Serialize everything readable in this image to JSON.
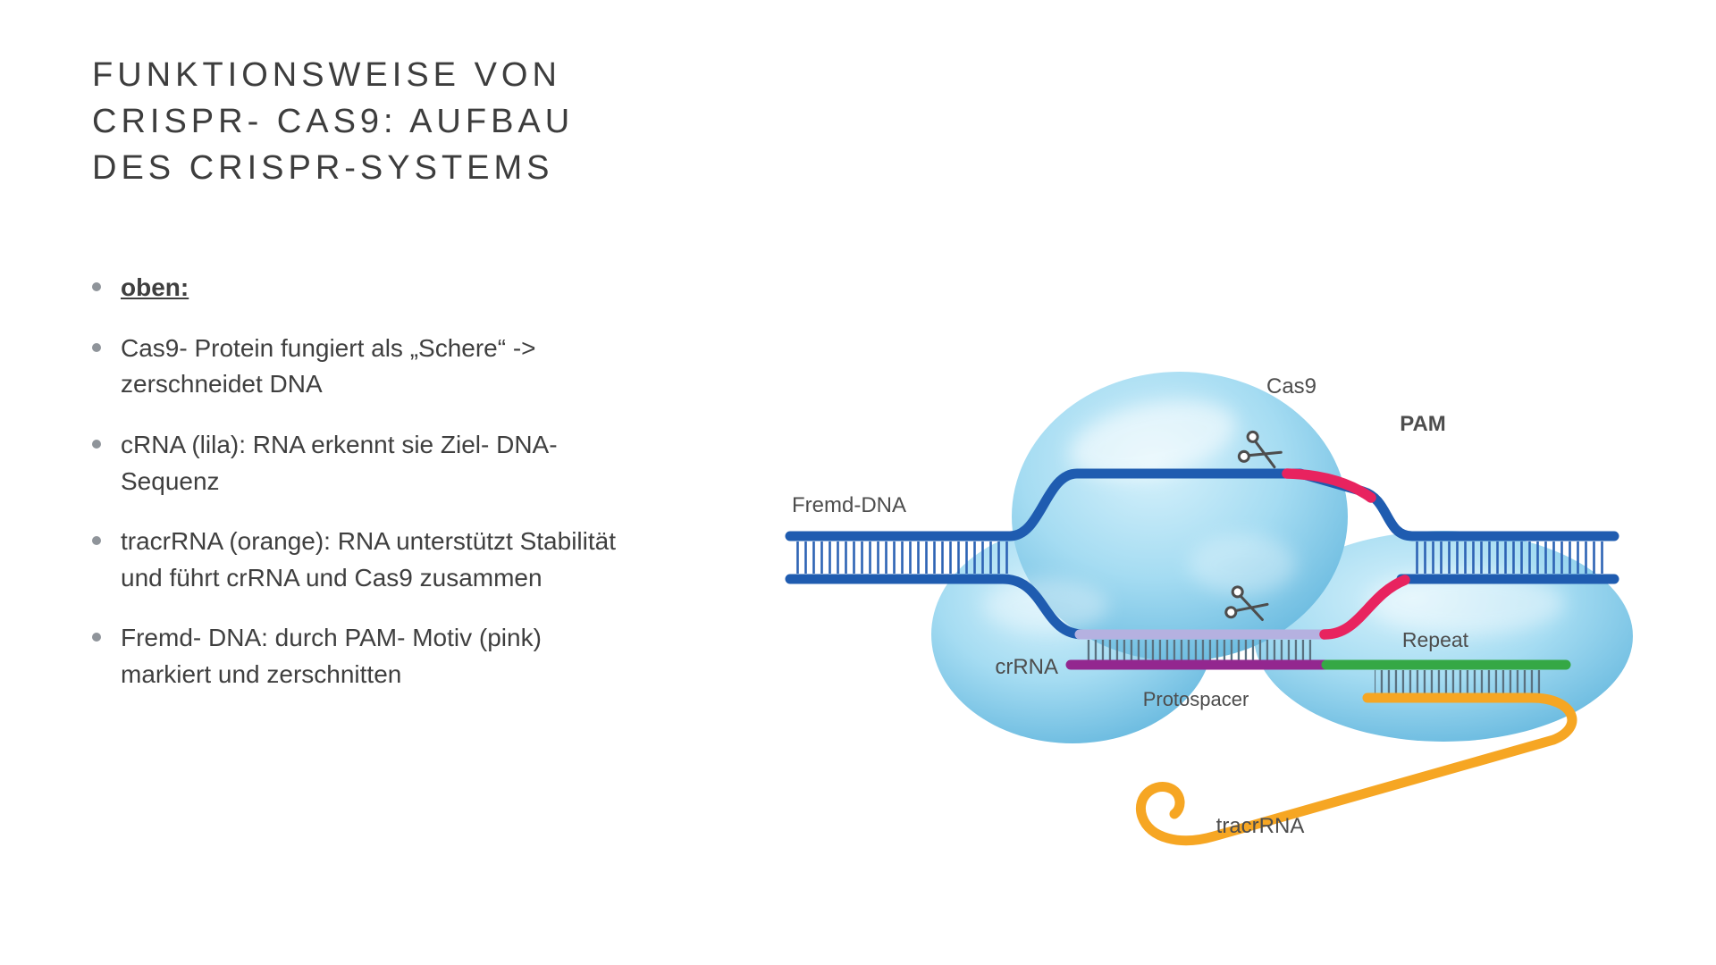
{
  "slide": {
    "title_lines": [
      "FUNKTIONSWEISE VON",
      "CRISPR- CAS9: AUFBAU",
      "DES CRISPR-SYSTEMS"
    ],
    "bullets": [
      {
        "text": "oben:"
      },
      {
        "text": "Cas9- Protein fungiert als „Schere“ -> zerschneidet DNA"
      },
      {
        "text": "cRNA (lila): RNA erkennt sie Ziel- DNA- Sequenz"
      },
      {
        "text": "tracrRNA (orange): RNA unterstützt Stabilität und führt crRNA und Cas9 zusammen"
      },
      {
        "text": "Fremd- DNA: durch PAM- Motiv (pink) markiert und zerschnitten"
      }
    ]
  },
  "diagram": {
    "labels": {
      "cas9": "Cas9",
      "pam": "PAM",
      "fremd_dna": "Fremd-DNA",
      "crrna": "crRNA",
      "protospacer": "Protospacer",
      "repeat": "Repeat",
      "tracrrna": "tracrRNA"
    },
    "colors": {
      "dna_blue": "#1f5cb0",
      "displaced_strand_lavender": "#b5b1e0",
      "crrna_purple": "#93278f",
      "repeat_green": "#35a845",
      "tracrrna_orange": "#f6a623",
      "pam_pink": "#e8235f",
      "label_gray": "#4d4d4d",
      "pam_label_pink": "#e0246a",
      "protospacer_label_purple": "#93278f",
      "repeat_label_green": "#2ba84a",
      "rung_blue": "#2d63b4",
      "rung_gray": "#5a7180"
    }
  }
}
